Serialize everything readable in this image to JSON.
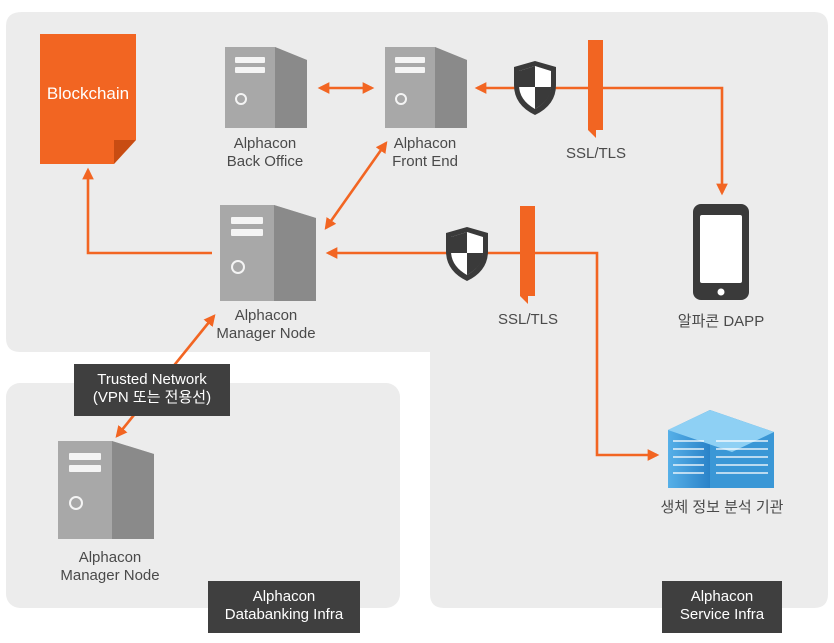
{
  "colors": {
    "accent": "#f26522",
    "panel": "#ececec",
    "server": "#9e9e9e",
    "label_box": "#3f3f3f",
    "building": "#3a97d6"
  },
  "blockchain": {
    "label": "Blockchain"
  },
  "nodes": {
    "back_office": "Alphacon\nBack Office",
    "front_end": "Alphacon\nFront End",
    "manager_top": "Alphacon\nManager Node",
    "manager_bottom": "Alphacon\nManager Node",
    "dapp": "알파콘 DAPP",
    "bio_org": "생체 정보 분석 기관"
  },
  "ssl": {
    "top": "SSL/TLS",
    "mid": "SSL/TLS"
  },
  "network": {
    "label": "Trusted Network\n(VPN 또는 전용선)"
  },
  "zones": {
    "databanking": "Alphacon\nDatabanking Infra",
    "service": "Alphacon\nService Infra"
  },
  "icons": [
    "document-icon",
    "server-icon",
    "shield-icon",
    "smartphone-icon",
    "building-icon"
  ]
}
